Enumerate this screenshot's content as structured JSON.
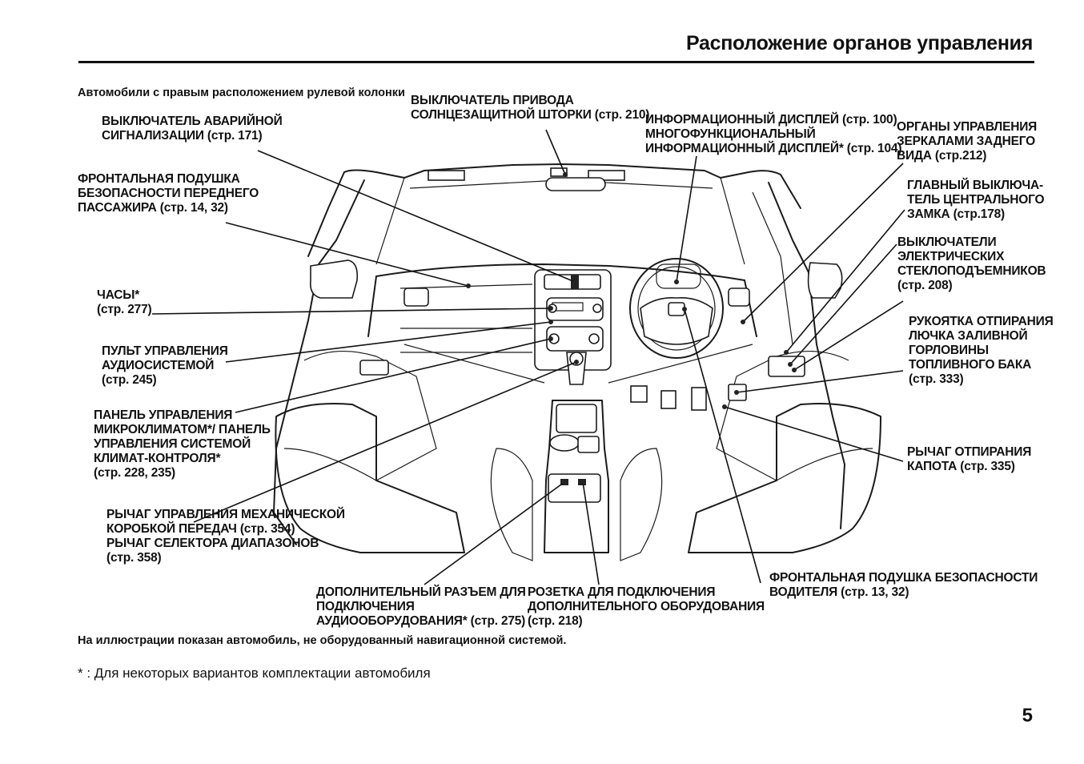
{
  "header": {
    "title": "Расположение органов управления"
  },
  "subheading": "Автомобили с правым расположением рулевой колонки",
  "labels": {
    "hazard": "ВЫКЛЮЧАТЕЛЬ АВАРИЙНОЙ\nСИГНАЛИЗАЦИИ (стр. 171)",
    "sunshade": "ВЫКЛЮЧАТЕЛЬ ПРИВОДА\nСОЛНЦЕЗАЩИТНОЙ ШТОРКИ (стр. 210)",
    "info_display": "ИНФОРМАЦИОННЫЙ ДИСПЛЕЙ (стр. 100)\nМНОГОФУНКЦИОНАЛЬНЫЙ\nИНФОРМАЦИОННЫЙ ДИСПЛЕЙ* (стр. 104)",
    "mirrors": "ОРГАНЫ УПРАВЛЕНИЯ\nЗЕРКАЛАМИ ЗАДНЕГО\nВИДА (стр.212)",
    "passenger_airbag": "ФРОНТАЛЬНАЯ ПОДУШКА\nБЕЗОПАСНОСТИ ПЕРЕДНЕГО\nПАССАЖИРА (стр. 14, 32)",
    "central_lock": "ГЛАВНЫЙ ВЫКЛЮЧА-\nТЕЛЬ ЦЕНТРАЛЬНОГО\nЗАМКА (стр.178)",
    "windows": "ВЫКЛЮЧАТЕЛИ\nЭЛЕКТРИЧЕСКИХ\nСТЕКЛОПОДЪЕМНИКОВ\n(стр. 208)",
    "clock": "ЧАСЫ*\n(стр. 277)",
    "fuel_lid": "РУКОЯТКА ОТПИРАНИЯ\nЛЮЧКА ЗАЛИВНОЙ\nГОРЛОВИНЫ\nТОПЛИВНОГО БАКА\n(стр. 333)",
    "audio": "ПУЛЬТ УПРАВЛЕНИЯ\nАУДИОСИСТЕМОЙ\n(стр. 245)",
    "climate": "ПАНЕЛЬ УПРАВЛЕНИЯ\nМИКРОКЛИМАТОМ*/ ПАНЕЛЬ\nУПРАВЛЕНИЯ СИСТЕМОЙ\nКЛИМАТ-КОНТРОЛЯ*\n(стр. 228, 235)",
    "hood": "РЫЧАГ ОТПИРАНИЯ\nКАПОТА (стр. 335)",
    "gear": "РЫЧАГ УПРАВЛЕНИЯ МЕХАНИЧЕСКОЙ\nКОРОБКОЙ ПЕРЕДАЧ (стр. 354)\nРЫЧАГ СЕЛЕКТОРА ДИАПАЗОНОВ\n(стр. 358)",
    "driver_airbag": "ФРОНТАЛЬНАЯ ПОДУШКА БЕЗОПАСНОСТИ\nВОДИТЕЛЯ (стр. 13, 32)",
    "aux_jack": "ДОПОЛНИТЕЛЬНЫЙ РАЗЪЕМ ДЛЯ\nПОДКЛЮЧЕНИЯ\nАУДИООБОРУДОВАНИЯ* (стр. 275)",
    "power_socket": "РОЗЕТКА ДЛЯ ПОДКЛЮЧЕНИЯ\nДОПОЛНИТЕЛЬНОГО ОБОРУДОВАНИЯ\n(стр. 218)"
  },
  "note": "На иллюстрации показан автомобиль, не оборудованный навигационной системой.",
  "footnote": "* : Для некоторых вариантов комплектации автомобиля",
  "page_number": "5"
}
